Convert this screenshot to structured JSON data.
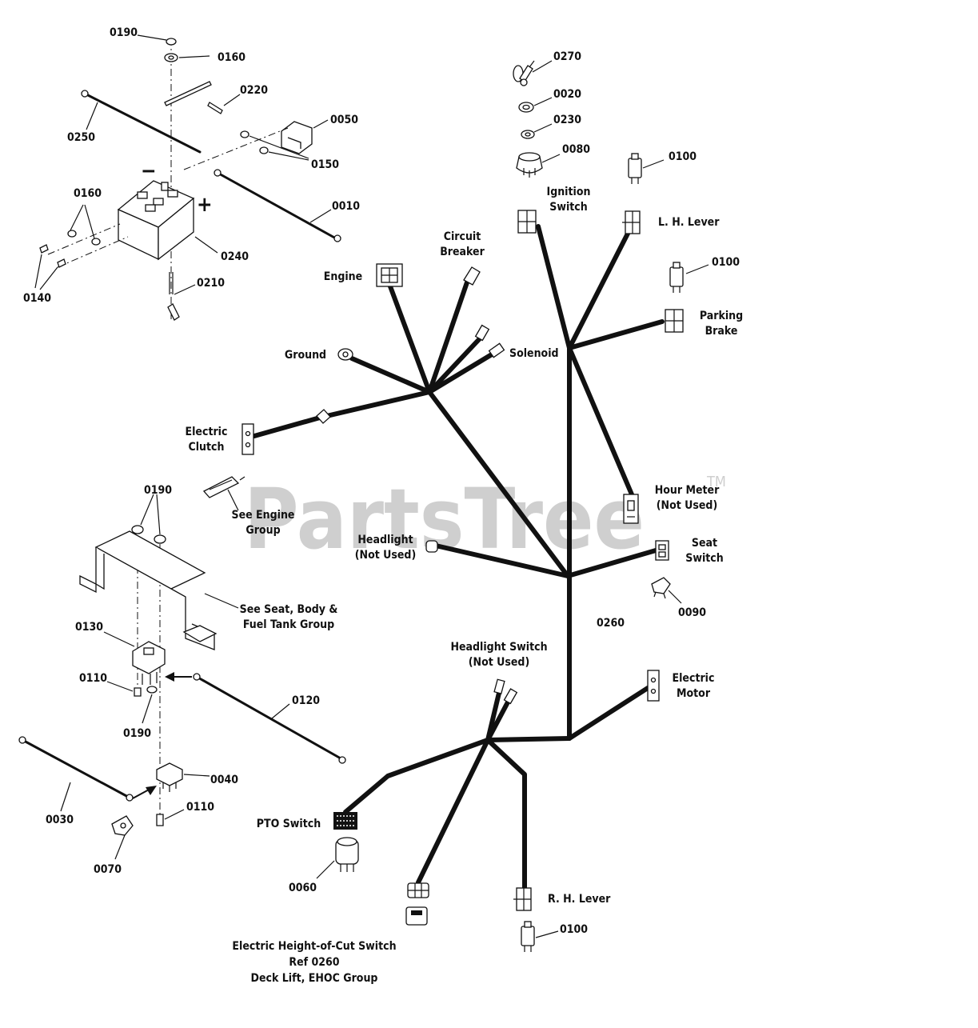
{
  "watermark": {
    "text": "PartsTree",
    "trademark": "TM"
  },
  "components": {
    "ignition_switch": "Ignition\nSwitch",
    "lh_lever": "L. H. Lever",
    "parking_brake": "Parking\nBrake",
    "circuit_breaker": "Circuit\nBreaker",
    "engine": "Engine",
    "ground": "Ground",
    "solenoid": "Solenoid",
    "electric_clutch": "Electric\nClutch",
    "see_engine_group": "See Engine\nGroup",
    "hour_meter": "Hour Meter\n(Not Used)",
    "headlight": "Headlight\n(Not Used)",
    "seat_switch": "Seat\nSwitch",
    "see_seat_group": "See Seat, Body &\nFuel Tank Group",
    "headlight_switch": "Headlight Switch\n(Not Used)",
    "electric_motor": "Electric\nMotor",
    "pto_switch": "PTO Switch",
    "rh_lever": "R. H. Lever",
    "ehoc_switch": "Electric Height-of-Cut Switch\nRef 0260\nDeck Lift, EHOC Group"
  },
  "parts": {
    "p0190a": "0190",
    "p0160a": "0160",
    "p0220": "0220",
    "p0250": "0250",
    "p0050": "0050",
    "p0150": "0150",
    "p0160b": "0160",
    "p0010": "0010",
    "p0240": "0240",
    "p0140": "0140",
    "p0210": "0210",
    "p0270": "0270",
    "p0020": "0020",
    "p0230": "0230",
    "p0080": "0080",
    "p0100a": "0100",
    "p0100b": "0100",
    "p0260": "0260",
    "p0090": "0090",
    "p0190b": "0190",
    "p0130": "0130",
    "p0110a": "0110",
    "p0120": "0120",
    "p0190c": "0190",
    "p0040": "0040",
    "p0110b": "0110",
    "p0030": "0030",
    "p0070": "0070",
    "p0060": "0060",
    "p0100c": "0100"
  },
  "battery": {
    "minus": "−",
    "plus": "+"
  }
}
